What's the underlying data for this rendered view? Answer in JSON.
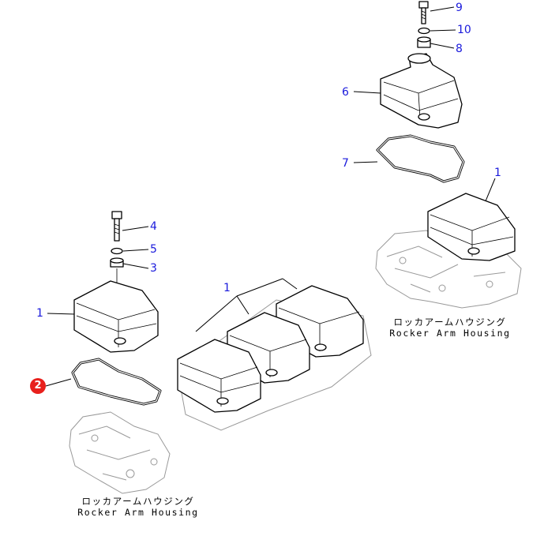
{
  "callouts": {
    "c9": "9",
    "c10": "10",
    "c8": "8",
    "c6": "6",
    "c7": "7",
    "c1_right": "1",
    "c4": "4",
    "c5": "5",
    "c3": "3",
    "c1_left": "1",
    "c2": "2",
    "c1_center": "1"
  },
  "captions": {
    "right_jp": "ロッカアームハウジング",
    "right_en": "Rocker Arm Housing",
    "left_jp": "ロッカアームハウジング",
    "left_en": "Rocker Arm Housing"
  },
  "colors": {
    "callout": "#1a1adc",
    "highlight": "#e8201c"
  }
}
